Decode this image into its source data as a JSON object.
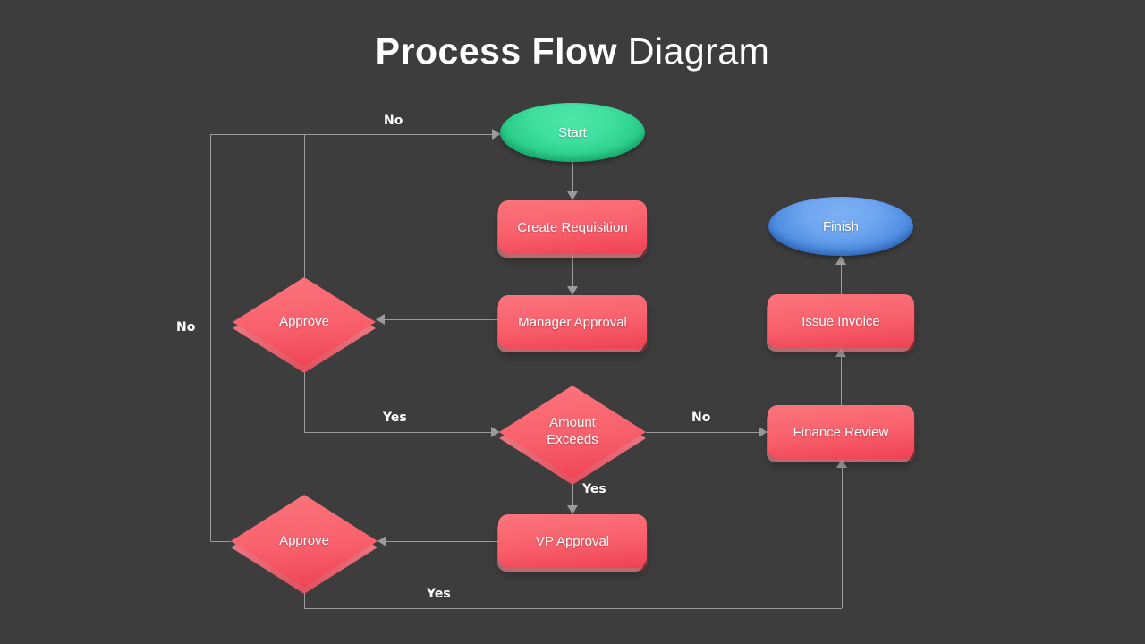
{
  "title": {
    "emphasis": "Process Flow",
    "rest": " Diagram"
  },
  "colors": {
    "background": "#3d3d3d",
    "line": "#9b9b9b",
    "text": "#ffffff",
    "process_red_top": "#fb757c",
    "process_red_bottom": "#ee4153",
    "process_red_bevel": "#f79ba1",
    "terminator_green_top": "#41e0a0",
    "terminator_green_bottom": "#1fc57e",
    "terminator_blue_top": "#6fa6f0",
    "terminator_blue_bottom": "#3c80da"
  },
  "nodes": {
    "start": {
      "label": "Start",
      "shape": "terminator-ellipse"
    },
    "create_requisition": {
      "label": "Create Requisition",
      "shape": "process"
    },
    "manager_approval": {
      "label": "Manager Approval",
      "shape": "process"
    },
    "approve_manager": {
      "label": "Approve",
      "shape": "decision"
    },
    "amount_exceeds": {
      "label": "Amount Exceeds",
      "shape": "decision"
    },
    "vp_approval": {
      "label": "VP Approval",
      "shape": "process"
    },
    "approve_vp": {
      "label": "Approve",
      "shape": "decision"
    },
    "finance_review": {
      "label": "Finance Review",
      "shape": "process"
    },
    "issue_invoice": {
      "label": "Issue Invoice",
      "shape": "process"
    },
    "finish": {
      "label": "Finish",
      "shape": "terminator-ellipse"
    }
  },
  "edge_labels": {
    "approve_manager_no": "No",
    "approve_vp_no": "No",
    "approve_manager_yes": "Yes",
    "amount_exceeds_no": "No",
    "amount_exceeds_yes": "Yes",
    "approve_vp_yes": "Yes"
  }
}
